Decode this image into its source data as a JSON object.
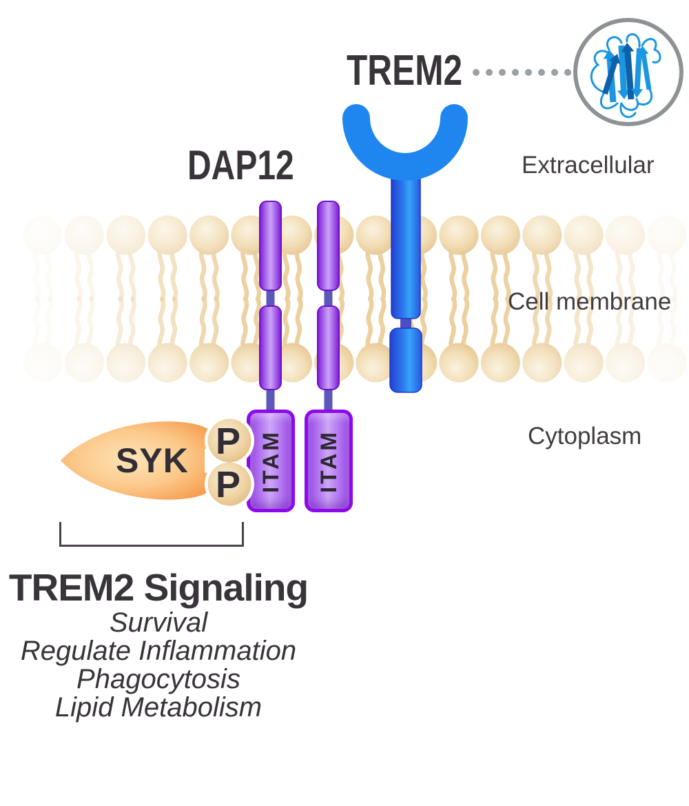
{
  "labels": {
    "trem2": "TREM2",
    "dap12": "DAP12",
    "extracellular": "Extracellular",
    "cell_membrane": "Cell membrane",
    "cytoplasm": "Cytoplasm",
    "syk": "SYK",
    "itam": "ITAM",
    "phosphate": "P"
  },
  "signaling": {
    "title": "TREM2 Signaling",
    "functions": [
      "Survival",
      "Regulate Inflammation",
      "Phagocytosis",
      "Lipid Metabolism"
    ]
  },
  "icons": {
    "protein_structure": "trem2-protein-ribbon-structure",
    "dotted_connector": "dotted-line",
    "bracket": "signaling-bracket"
  },
  "colors": {
    "text_dark": "#39333a",
    "label_gray": "#413c3f",
    "dot_gray": "#9aa0a3",
    "ring_gray": "#8e9295",
    "trem2_blue": "#2e8ef5",
    "trem2_blue_dark": "#2340d2",
    "trem2_purple": "#7a2cf5",
    "dap12_purple": "#8a2ae0",
    "dap12_purple_light": "#cba4f4",
    "connector_slate": "#5b57bb",
    "itam_border": "#8d09ec",
    "syk_orange": "#f79b4c",
    "syk_orange_light": "#fddfb2",
    "phosphate_tan": "#e3bd87",
    "phosphate_tan_light": "#f8eed8",
    "membrane_head": "#e9c995",
    "membrane_head_light": "#faf2e0",
    "membrane_tail": "#ecd09e",
    "ribbon_blue": "#1b96e0",
    "ribbon_blue_dark": "#0c61a8"
  }
}
